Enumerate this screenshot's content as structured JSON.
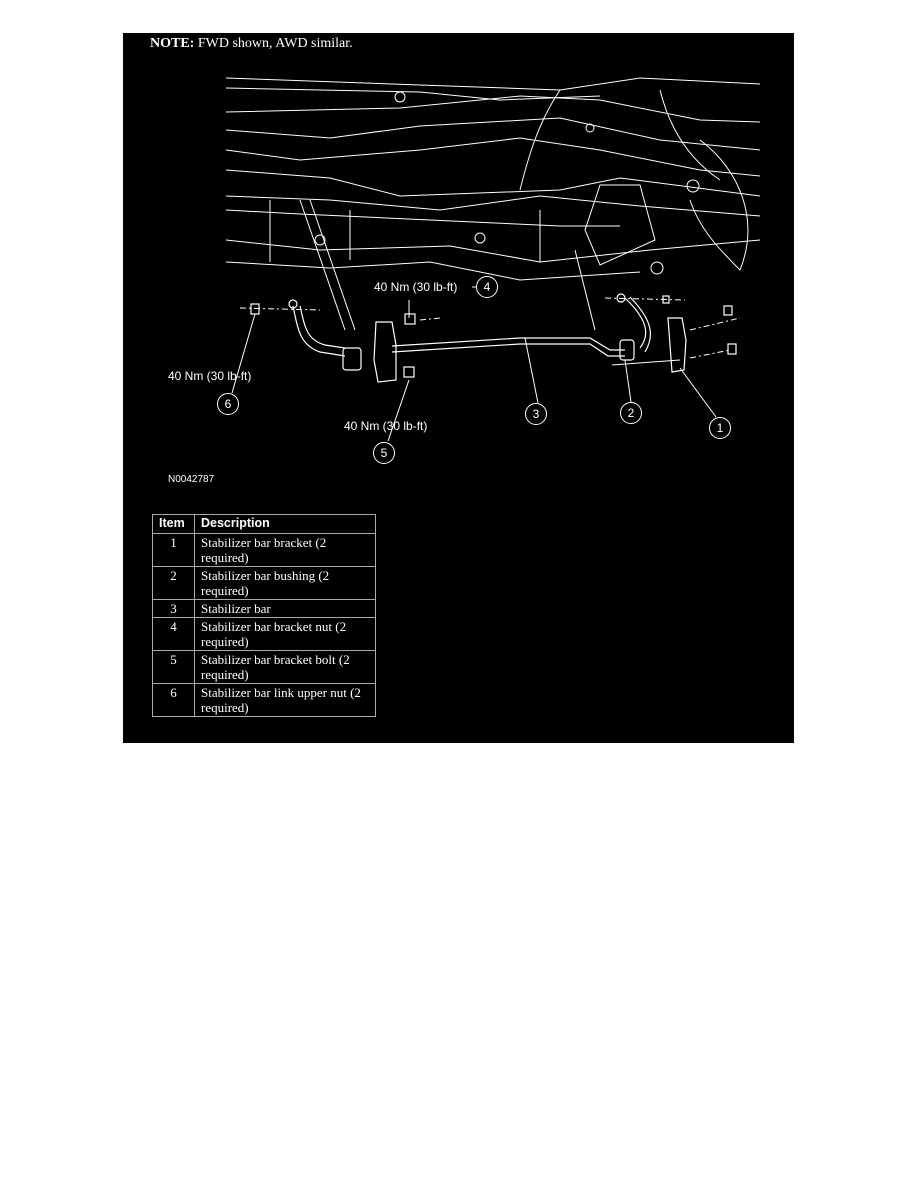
{
  "note": {
    "label": "NOTE:",
    "text": " FWD shown, AWD similar."
  },
  "torque_labels": [
    "40 Nm (30 lb-ft)",
    "40 Nm (30 lb-ft)",
    "40 Nm (30 lb-ft)"
  ],
  "callouts": [
    "1",
    "2",
    "3",
    "4",
    "5",
    "6"
  ],
  "figure_id": "N0042787",
  "table": {
    "headers": [
      "Item",
      "Description"
    ],
    "rows": [
      {
        "item": "1",
        "description": "Stabilizer bar bracket (2 required)"
      },
      {
        "item": "2",
        "description": "Stabilizer bar bushing (2 required)"
      },
      {
        "item": "3",
        "description": "Stabilizer bar"
      },
      {
        "item": "4",
        "description": "Stabilizer bar bracket nut (2 required)"
      },
      {
        "item": "5",
        "description": "Stabilizer bar bracket bolt (2 required)"
      },
      {
        "item": "6",
        "description": "Stabilizer bar link upper nut (2 required)"
      }
    ]
  },
  "colors": {
    "background": "#000000",
    "line": "#ffffff",
    "page": "#ffffff"
  }
}
